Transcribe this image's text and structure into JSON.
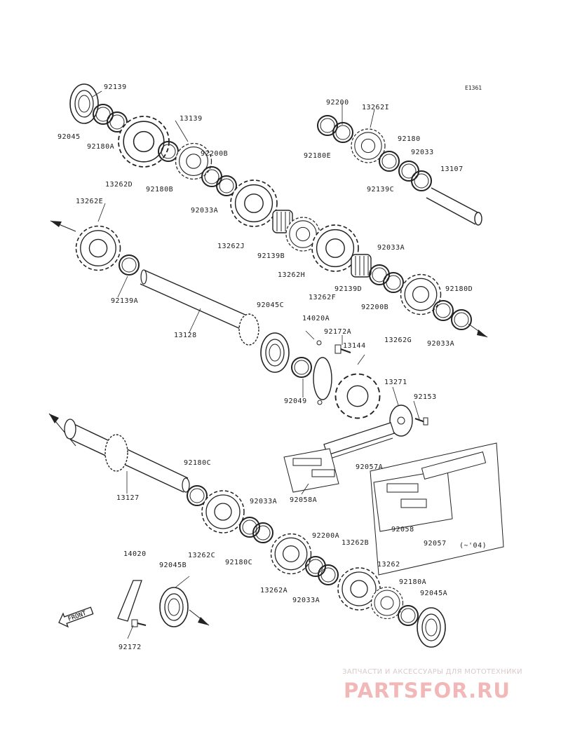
{
  "diagram_id": "E1361",
  "front_label": "FRONT",
  "watermark": {
    "tagline": "ЗАПЧАСТИ И АКСЕССУАРЫ ДЛЯ МОТОТЕХНИКИ",
    "logo": "PARTSFOR.RU"
  },
  "parts": [
    {
      "id": "p01",
      "label": "92139"
    },
    {
      "id": "p02",
      "label": "92045"
    },
    {
      "id": "p03",
      "label": "92180A"
    },
    {
      "id": "p04",
      "label": "13139"
    },
    {
      "id": "p05",
      "label": "92200B"
    },
    {
      "id": "p06",
      "label": "13262D"
    },
    {
      "id": "p07",
      "label": "92180B"
    },
    {
      "id": "p08",
      "label": "92033A"
    },
    {
      "id": "p09",
      "label": "92200"
    },
    {
      "id": "p10",
      "label": "13262I"
    },
    {
      "id": "p11",
      "label": "92180E"
    },
    {
      "id": "p12",
      "label": "92180"
    },
    {
      "id": "p13",
      "label": "92033"
    },
    {
      "id": "p14",
      "label": "13107"
    },
    {
      "id": "p15",
      "label": "92139C"
    },
    {
      "id": "p16",
      "label": "13262E"
    },
    {
      "id": "p17",
      "label": "13262J"
    },
    {
      "id": "p18",
      "label": "92139B"
    },
    {
      "id": "p19",
      "label": "92033A"
    },
    {
      "id": "p20",
      "label": "13262H"
    },
    {
      "id": "p21",
      "label": "92139A"
    },
    {
      "id": "p22",
      "label": "92139D"
    },
    {
      "id": "p23",
      "label": "92180D"
    },
    {
      "id": "p24",
      "label": "13262F"
    },
    {
      "id": "p25",
      "label": "92200B"
    },
    {
      "id": "p26",
      "label": "92045C"
    },
    {
      "id": "p27",
      "label": "13128"
    },
    {
      "id": "p28",
      "label": "14020A"
    },
    {
      "id": "p29",
      "label": "92172A"
    },
    {
      "id": "p30",
      "label": "13144"
    },
    {
      "id": "p31",
      "label": "13262G"
    },
    {
      "id": "p32",
      "label": "92033A"
    },
    {
      "id": "p33",
      "label": "13271"
    },
    {
      "id": "p34",
      "label": "92049"
    },
    {
      "id": "p35",
      "label": "92153"
    },
    {
      "id": "p36",
      "label": "92057A"
    },
    {
      "id": "p37",
      "label": "92180C"
    },
    {
      "id": "p38",
      "label": "92058A"
    },
    {
      "id": "p39",
      "label": "13127"
    },
    {
      "id": "p40",
      "label": "92033A"
    },
    {
      "id": "p41",
      "label": "92058"
    },
    {
      "id": "p42",
      "label": "92057"
    },
    {
      "id": "p43",
      "label": "(~'04)"
    },
    {
      "id": "p44",
      "label": "14020"
    },
    {
      "id": "p45",
      "label": "92045B"
    },
    {
      "id": "p46",
      "label": "13262C"
    },
    {
      "id": "p47",
      "label": "92180C"
    },
    {
      "id": "p48",
      "label": "92200A"
    },
    {
      "id": "p49",
      "label": "13262B"
    },
    {
      "id": "p50",
      "label": "13262"
    },
    {
      "id": "p51",
      "label": "13262A"
    },
    {
      "id": "p52",
      "label": "92033A"
    },
    {
      "id": "p53",
      "label": "92180A"
    },
    {
      "id": "p54",
      "label": "92045A"
    },
    {
      "id": "p55",
      "label": "92172"
    }
  ]
}
